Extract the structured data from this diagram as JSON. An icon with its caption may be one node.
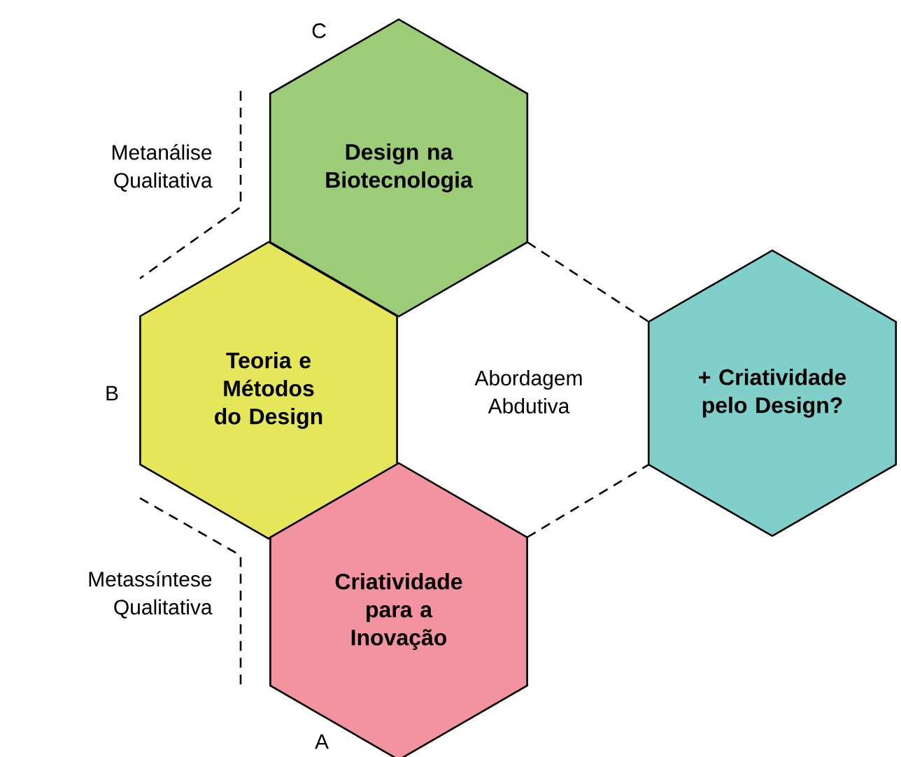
{
  "diagram": {
    "nodes": [
      {
        "text": [
          "Design na Biotecnologia"
        ]
      },
      {
        "text": [
          "Teoria e Métodos do Design"
        ]
      },
      {
        "text": [
          "+ Criatividade pelo Design?"
        ]
      },
      {
        "text": [
          "Criatividade para a Inovação"
        ]
      }
    ],
    "edges": [
      {
        "from": 0,
        "to": 2,
        "arrow": "none",
        "style": "dashed"
      },
      {
        "from": 3,
        "to": 2,
        "arrow": "none",
        "style": "dashed"
      }
    ],
    "labels": [
      "C",
      "Metanálise Qualitativa",
      "B",
      "Abordagem Abdutiva",
      "Metassíntese Qualitativa",
      "A"
    ]
  }
}
